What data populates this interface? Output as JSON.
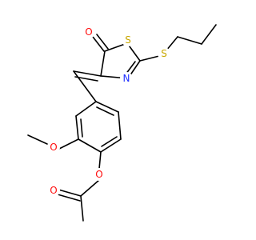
{
  "diagram": {
    "type": "skeletal-structure",
    "atoms": [
      {
        "id": "O_ketone",
        "label": "O",
        "color": "#ff0d0d"
      },
      {
        "id": "S_ring",
        "label": "S",
        "color": "#c8a800"
      },
      {
        "id": "N_ring",
        "label": "N",
        "color": "#1f2fff"
      },
      {
        "id": "S_propyl",
        "label": "S",
        "color": "#c8a800"
      },
      {
        "id": "O_methoxy",
        "label": "O",
        "color": "#ff0d0d"
      },
      {
        "id": "O_ester",
        "label": "O",
        "color": "#ff0d0d"
      },
      {
        "id": "O_carbonyl",
        "label": "O",
        "color": "#ff0d0d"
      }
    ]
  }
}
